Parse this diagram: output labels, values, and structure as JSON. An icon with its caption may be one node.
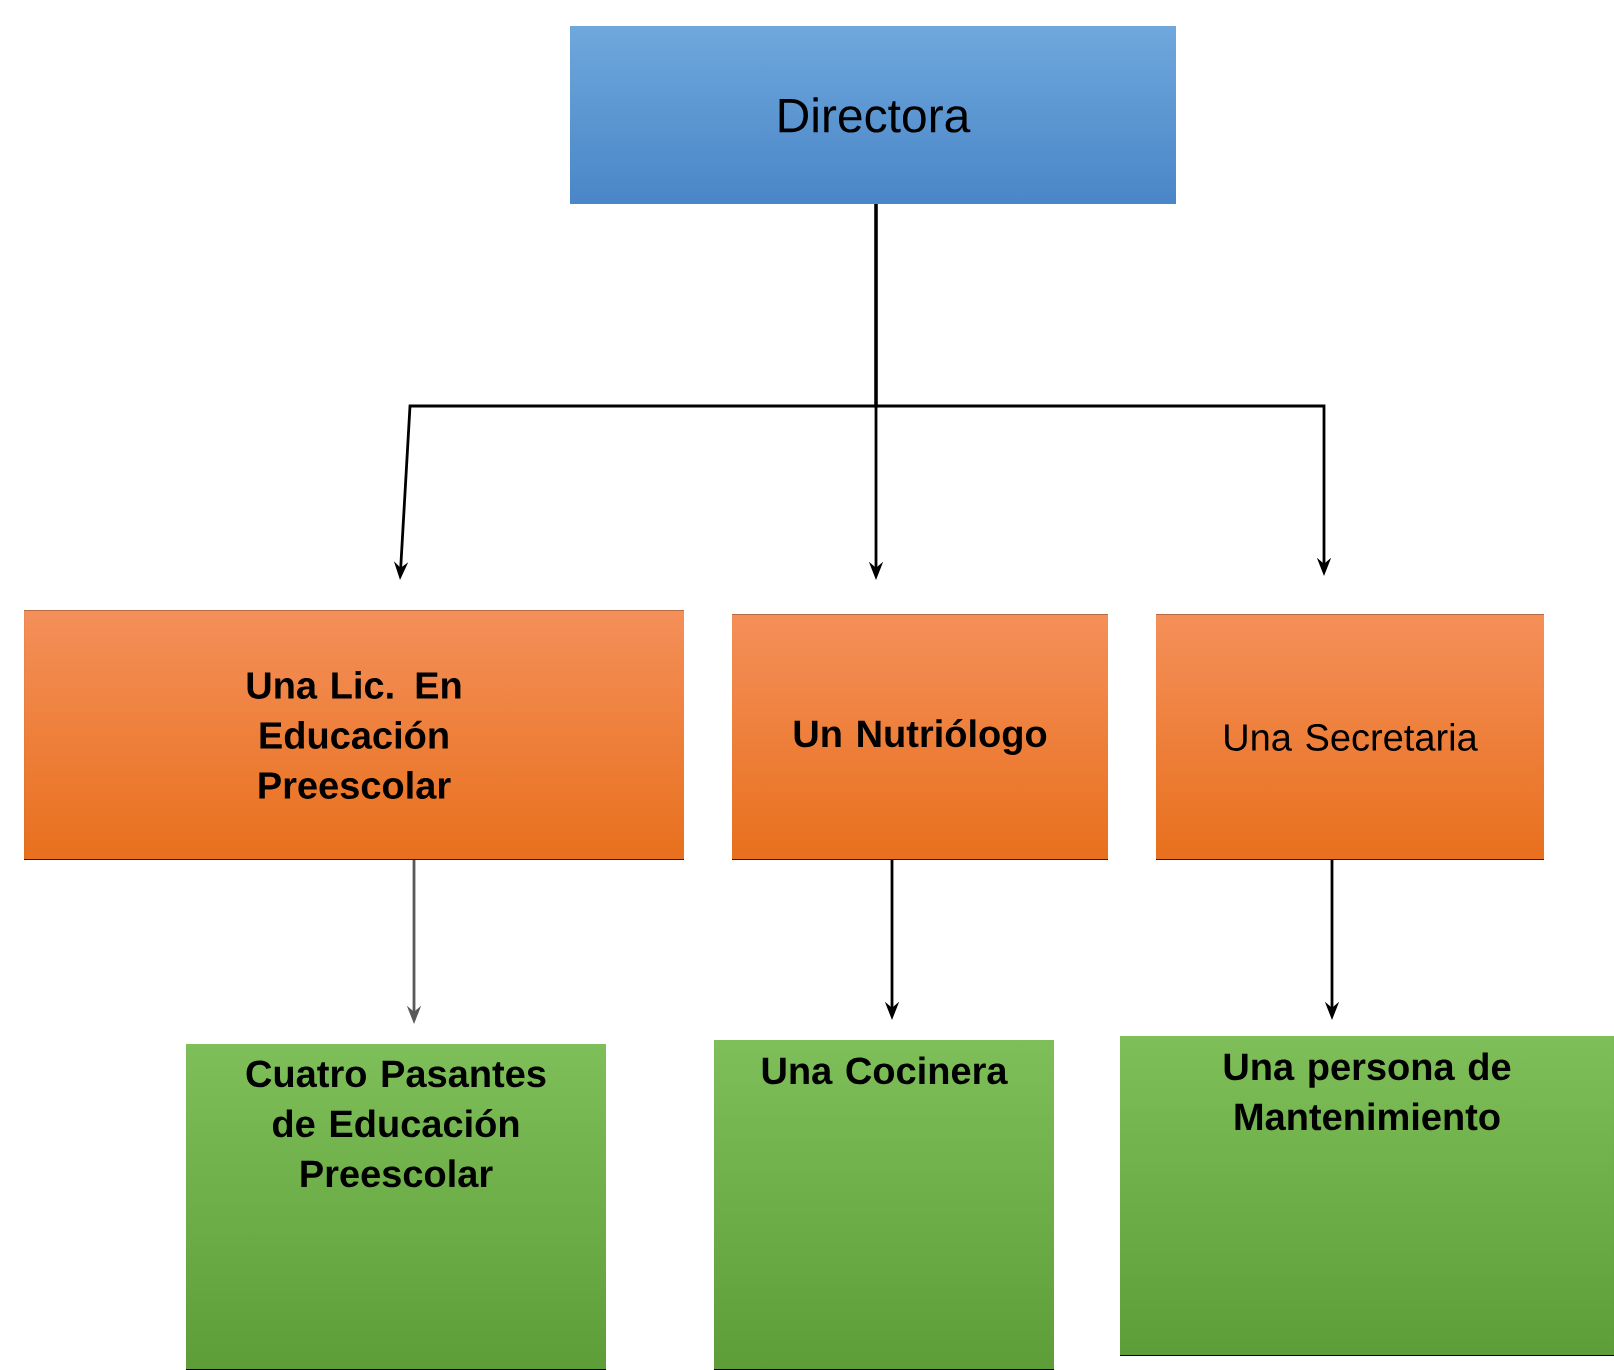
{
  "diagram": {
    "nodes": [
      {
        "text": [
          "Directora"
        ]
      },
      {
        "text": [
          "Una Lic. En Educación Preescolar"
        ]
      },
      {
        "text": [
          "Un Nutriólogo"
        ]
      },
      {
        "text": [
          "Una Secretaria"
        ]
      },
      {
        "text": [
          "Cuatro Pasantes de Educación Preescolar"
        ]
      },
      {
        "text": [
          "Una Cocinera"
        ]
      },
      {
        "text": [
          "Una persona de Mantenimiento"
        ]
      }
    ],
    "edges": [
      {
        "from": 0,
        "to": 1,
        "arrow": "to"
      },
      {
        "from": 0,
        "to": 2,
        "arrow": "to"
      },
      {
        "from": 0,
        "to": 3,
        "arrow": "to"
      },
      {
        "from": 1,
        "to": 4,
        "arrow": "to",
        "color": "#595959"
      },
      {
        "from": 2,
        "to": 5,
        "arrow": "to"
      },
      {
        "from": 3,
        "to": 6,
        "arrow": "to"
      }
    ]
  }
}
